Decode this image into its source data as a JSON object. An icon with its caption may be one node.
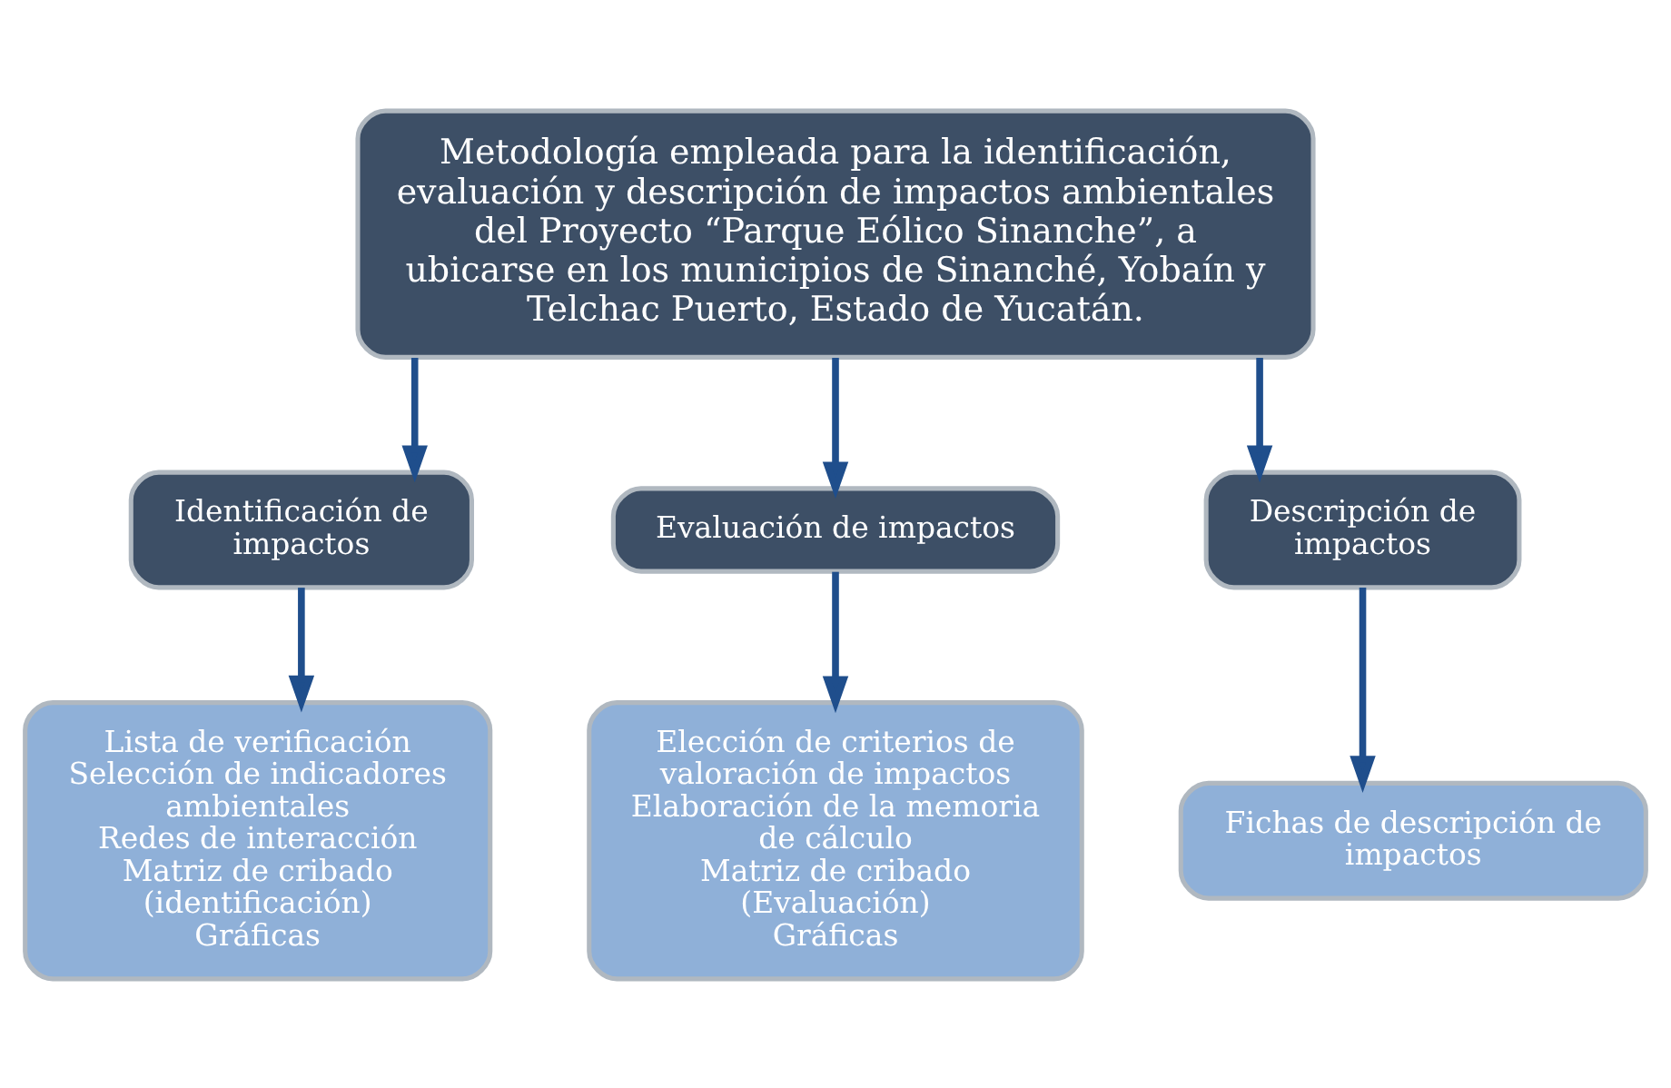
{
  "diagram": {
    "nodes": [
      {
        "text": [
          "Metodología empleada para la identificación, evaluación y descripción de impactos ambientales del Proyecto “Parque Eólico Sinanche”, a ubicarse en los municipios de Sinanché, Yobaín y Telchac Puerto, Estado de Yucatán."
        ]
      },
      {
        "text": [
          "Identificación de impactos"
        ]
      },
      {
        "text": [
          "Evaluación de impactos"
        ]
      },
      {
        "text": [
          "Descripción de impactos"
        ]
      },
      {
        "text": [
          "Lista de verificación",
          "Selección de indicadores ambientales",
          "Redes de interacción",
          "Matriz de cribado (identificación)",
          "Gráficas"
        ]
      },
      {
        "text": [
          "Elección de criterios de valoración de impactos",
          "Elaboración de la memoria de cálculo",
          "Matriz de cribado (Evaluación)",
          "Gráficas"
        ]
      },
      {
        "text": [
          "Fichas de descripción de impactos"
        ]
      }
    ],
    "edges": [
      {
        "from": 0,
        "to": 1,
        "arrow": "to"
      },
      {
        "from": 0,
        "to": 2,
        "arrow": "to"
      },
      {
        "from": 0,
        "to": 3,
        "arrow": "to"
      },
      {
        "from": 1,
        "to": 4,
        "arrow": "to"
      },
      {
        "from": 2,
        "to": 5,
        "arrow": "to"
      },
      {
        "from": 3,
        "to": 6,
        "arrow": "to"
      }
    ]
  }
}
